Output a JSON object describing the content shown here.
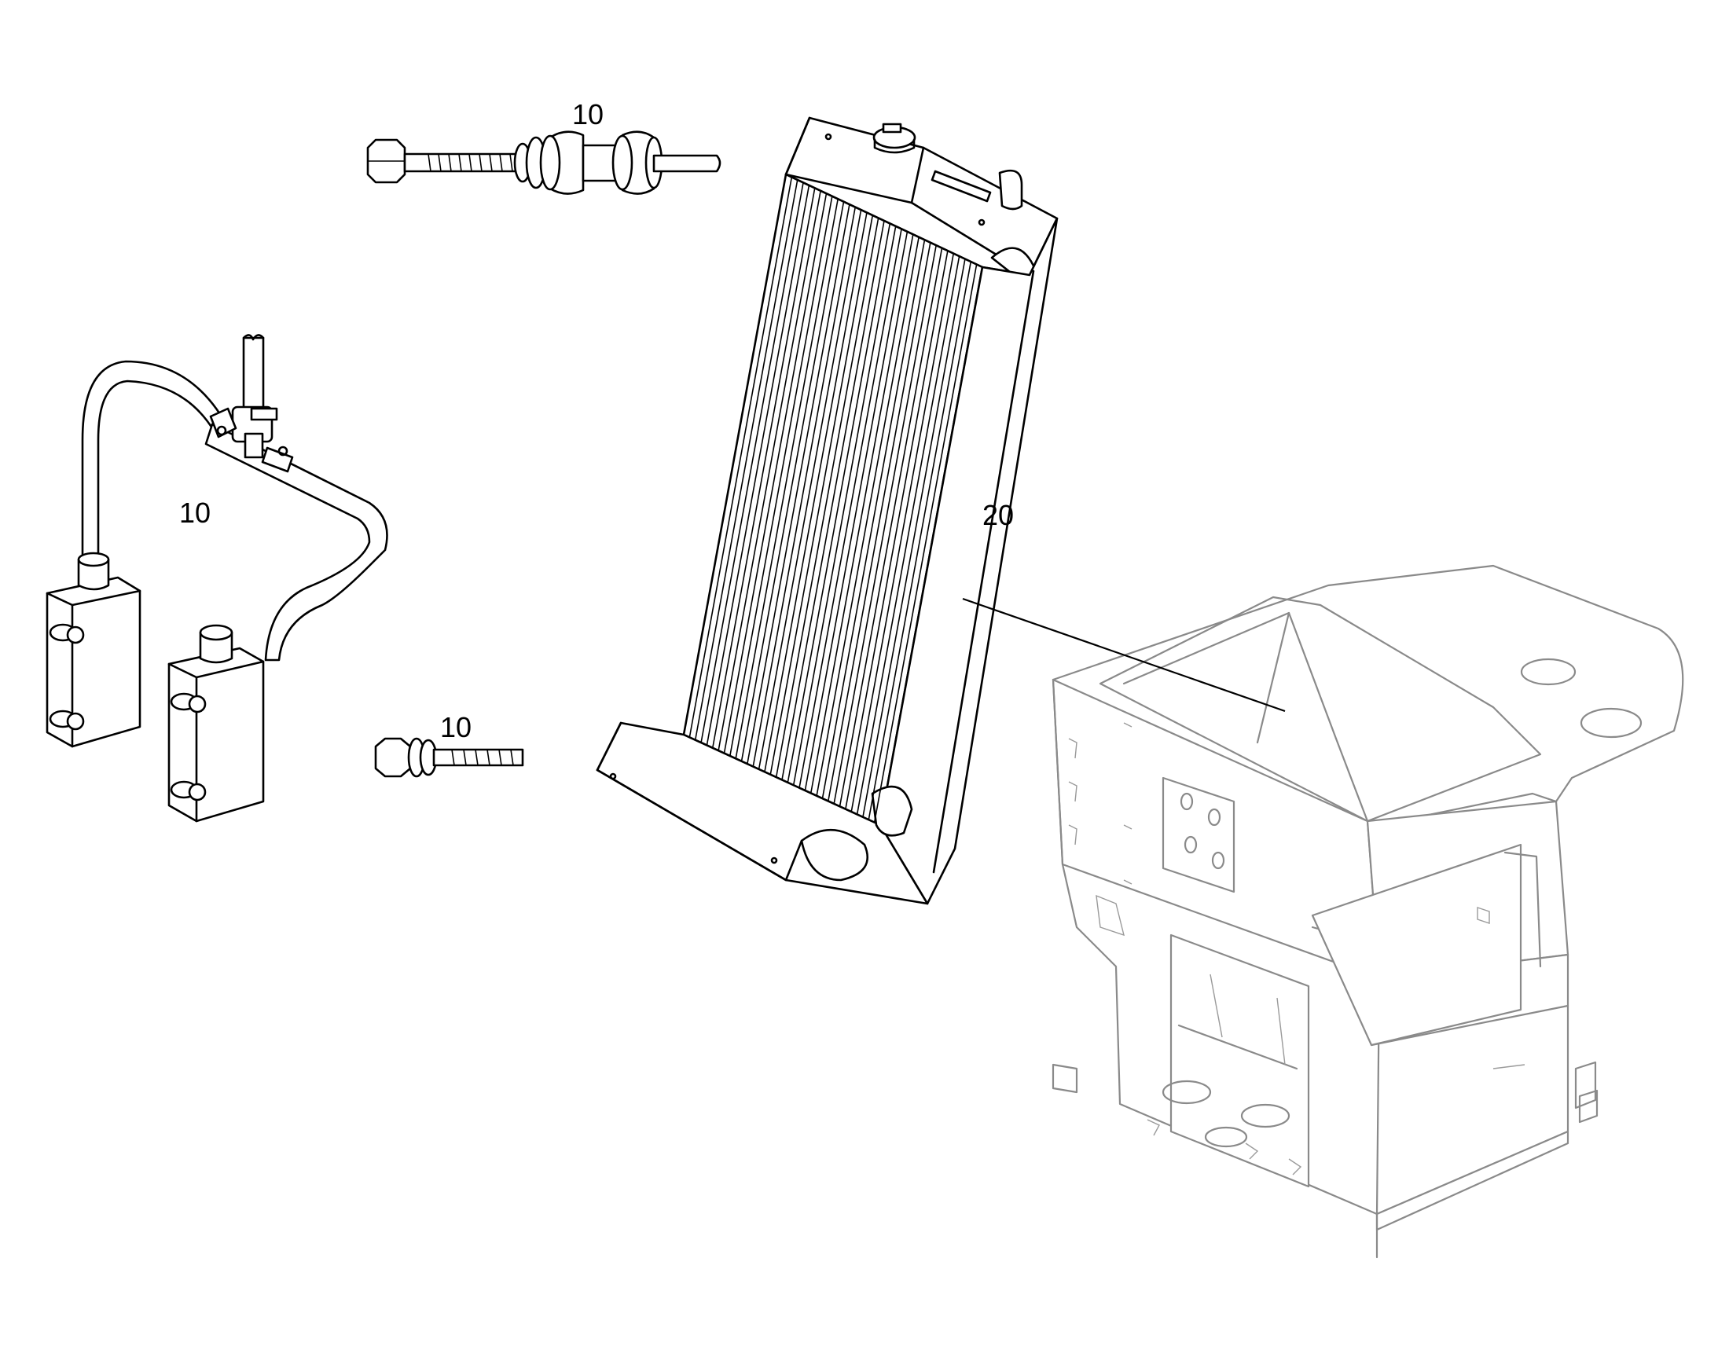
{
  "callouts": [
    {
      "id": "top-screw",
      "label": "10"
    },
    {
      "id": "hose-assembly",
      "label": "10"
    },
    {
      "id": "bottom-bolt",
      "label": "10"
    },
    {
      "id": "radiator",
      "label": "20"
    }
  ],
  "colors": {
    "line": "#000000",
    "frame_line": "#8a8a8a",
    "background": "#ffffff"
  }
}
